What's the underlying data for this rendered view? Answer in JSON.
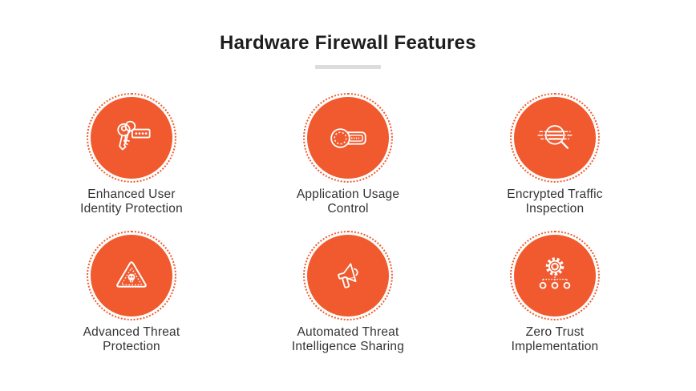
{
  "page": {
    "background": "#ffffff",
    "accent_orange": "#f05a2e",
    "divider_gray": "#dcdcdc",
    "title_color": "#1d1d1d",
    "label_color": "#333333"
  },
  "header": {
    "title": "Hardware Firewall Features"
  },
  "features": [
    {
      "id": "enhanced-user-identity-protection",
      "icon": "keys-password-icon",
      "label": "Enhanced User Identity Protection",
      "lines": [
        "Enhanced User",
        "Identity Protection"
      ]
    },
    {
      "id": "application-usage-control",
      "icon": "access-key-icon",
      "label": "Application Usage Control",
      "lines": [
        "Application Usage",
        "Control"
      ]
    },
    {
      "id": "encrypted-traffic-inspection",
      "icon": "magnifier-traffic-icon",
      "label": "Encrypted Traffic Inspection",
      "lines": [
        "Encrypted Traffic",
        "Inspection"
      ]
    },
    {
      "id": "advanced-threat-protection",
      "icon": "skull-warning-icon",
      "label": "Advanced Threat Protection",
      "lines": [
        "Advanced Threat",
        "Protection"
      ]
    },
    {
      "id": "automated-threat-intelligence-sharing",
      "icon": "megaphone-icon",
      "label": "Automated Threat Intelligence Sharing",
      "lines": [
        "Automated Threat",
        "Intelligence Sharing"
      ]
    },
    {
      "id": "zero-trust-implementation",
      "icon": "gear-network-icon",
      "label": "Zero Trust Implementation",
      "lines": [
        "Zero Trust",
        "Implementation"
      ]
    }
  ]
}
